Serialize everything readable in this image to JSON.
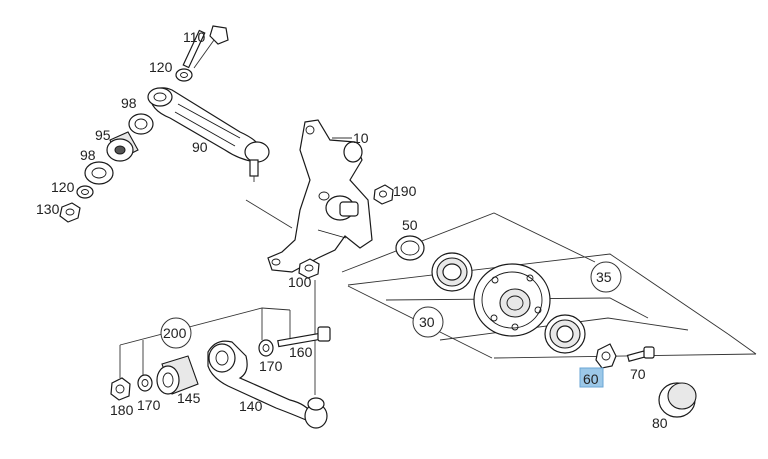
{
  "labels": {
    "l110": "110",
    "l120a": "120",
    "l98a": "98",
    "l95": "95",
    "l98b": "98",
    "l90": "90",
    "l120b": "120",
    "l130": "130",
    "l10": "10",
    "l190": "190",
    "l50": "50",
    "l100": "100",
    "l35": "35",
    "l30": "30",
    "l200": "200",
    "l160": "160",
    "l170a": "170",
    "l180": "180",
    "l170b": "170",
    "l145": "145",
    "l140": "140",
    "l60": "60",
    "l70": "70",
    "l80": "80"
  },
  "colors": {
    "highlight": "#9cc8e8",
    "stroke": "#1a1a1a"
  }
}
